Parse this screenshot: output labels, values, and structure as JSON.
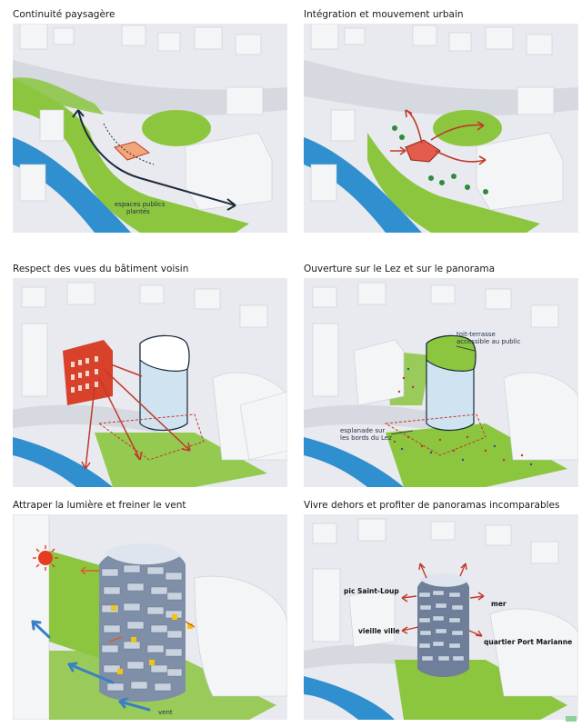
{
  "panels": [
    {
      "id": "p1",
      "title": "Continuité paysagère",
      "labels": [
        "espaces publics",
        "plantés"
      ]
    },
    {
      "id": "p2",
      "title": "Intégration et mouvement urbain",
      "labels": []
    },
    {
      "id": "p3",
      "title": "Respect des vues du bâtiment voisin",
      "labels": []
    },
    {
      "id": "p4",
      "title": "Ouverture sur le Lez et sur le panorama",
      "labels": [
        "toit-terrasse",
        "accessible au public",
        "esplanade sur",
        "les bords du Lez"
      ]
    },
    {
      "id": "p5",
      "title": "Attraper la lumière et freiner le vent",
      "labels": [
        "vent"
      ]
    },
    {
      "id": "p6",
      "title": "Vivre dehors et profiter de panoramas incomparables",
      "labels": [
        "pic Saint-Loup",
        "mer",
        "vieille ville",
        "quartier Port Marianne"
      ]
    }
  ],
  "colors": {
    "green": "#8cc63f",
    "river": "#2f8fcf",
    "arrow_red": "#c0392b",
    "arrow_dark": "#1b2a3a",
    "building": "#f4f5f7",
    "ground": "#e7e9ee",
    "facade_red": "#d8412a",
    "sun": "#e53b1f"
  }
}
